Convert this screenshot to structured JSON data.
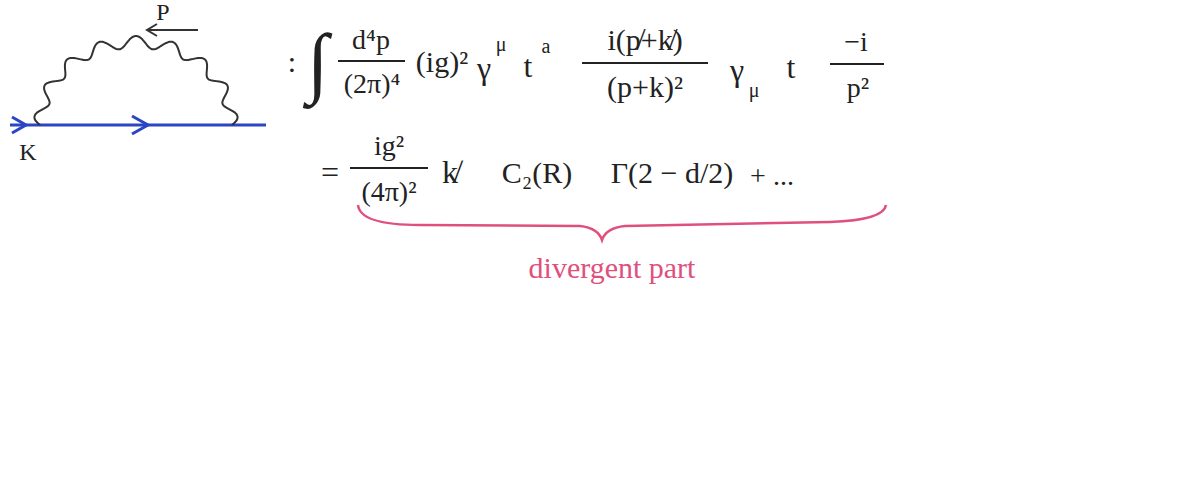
{
  "diagram": {
    "labels": [
      "P",
      "K",
      ":",
      "∫",
      "d⁴p",
      "(2π)⁴",
      "(ig)²",
      "γ",
      "μ",
      "t",
      "a",
      "i(p̸+k̸)",
      "(p+k)²",
      "γ",
      "μ",
      "t",
      "−i",
      "p²",
      "=",
      "ig²",
      "(4π)²",
      "k̸",
      "C₂(R)",
      "Γ(2 − d/2)",
      "+ ...",
      "divergent part"
    ]
  }
}
